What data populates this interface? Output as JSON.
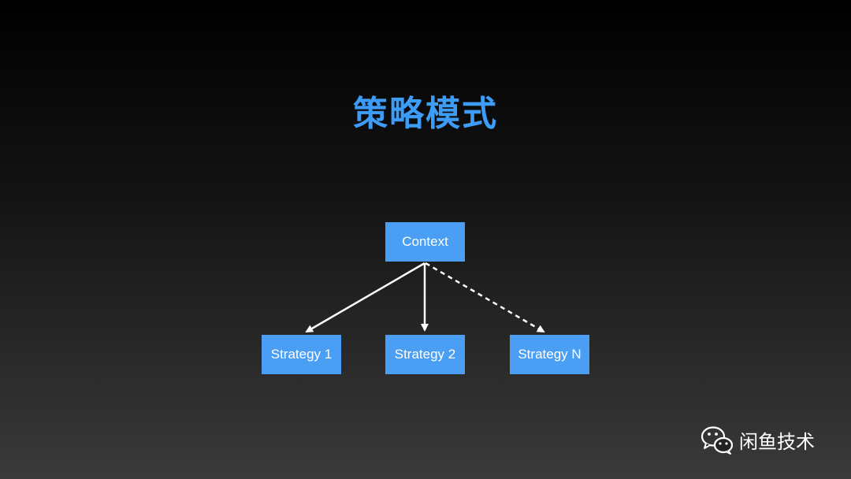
{
  "slide": {
    "title": "策略模式"
  },
  "diagram": {
    "nodes": {
      "context": "Context",
      "strategy_1": "Strategy 1",
      "strategy_2": "Strategy 2",
      "strategy_n": "Strategy N"
    },
    "edges": [
      {
        "from": "context",
        "to": "strategy_1",
        "style": "solid"
      },
      {
        "from": "context",
        "to": "strategy_2",
        "style": "solid"
      },
      {
        "from": "context",
        "to": "strategy_n",
        "style": "dashed"
      }
    ]
  },
  "watermark": {
    "text": "闲鱼技术",
    "icon": "wechat-icon"
  },
  "colors": {
    "title": "#3d9cf5",
    "node_fill": "#4a9ff5",
    "node_text": "#ffffff",
    "edge": "#ffffff",
    "background_top": "#000000",
    "background_bottom": "#3a3a3a"
  }
}
